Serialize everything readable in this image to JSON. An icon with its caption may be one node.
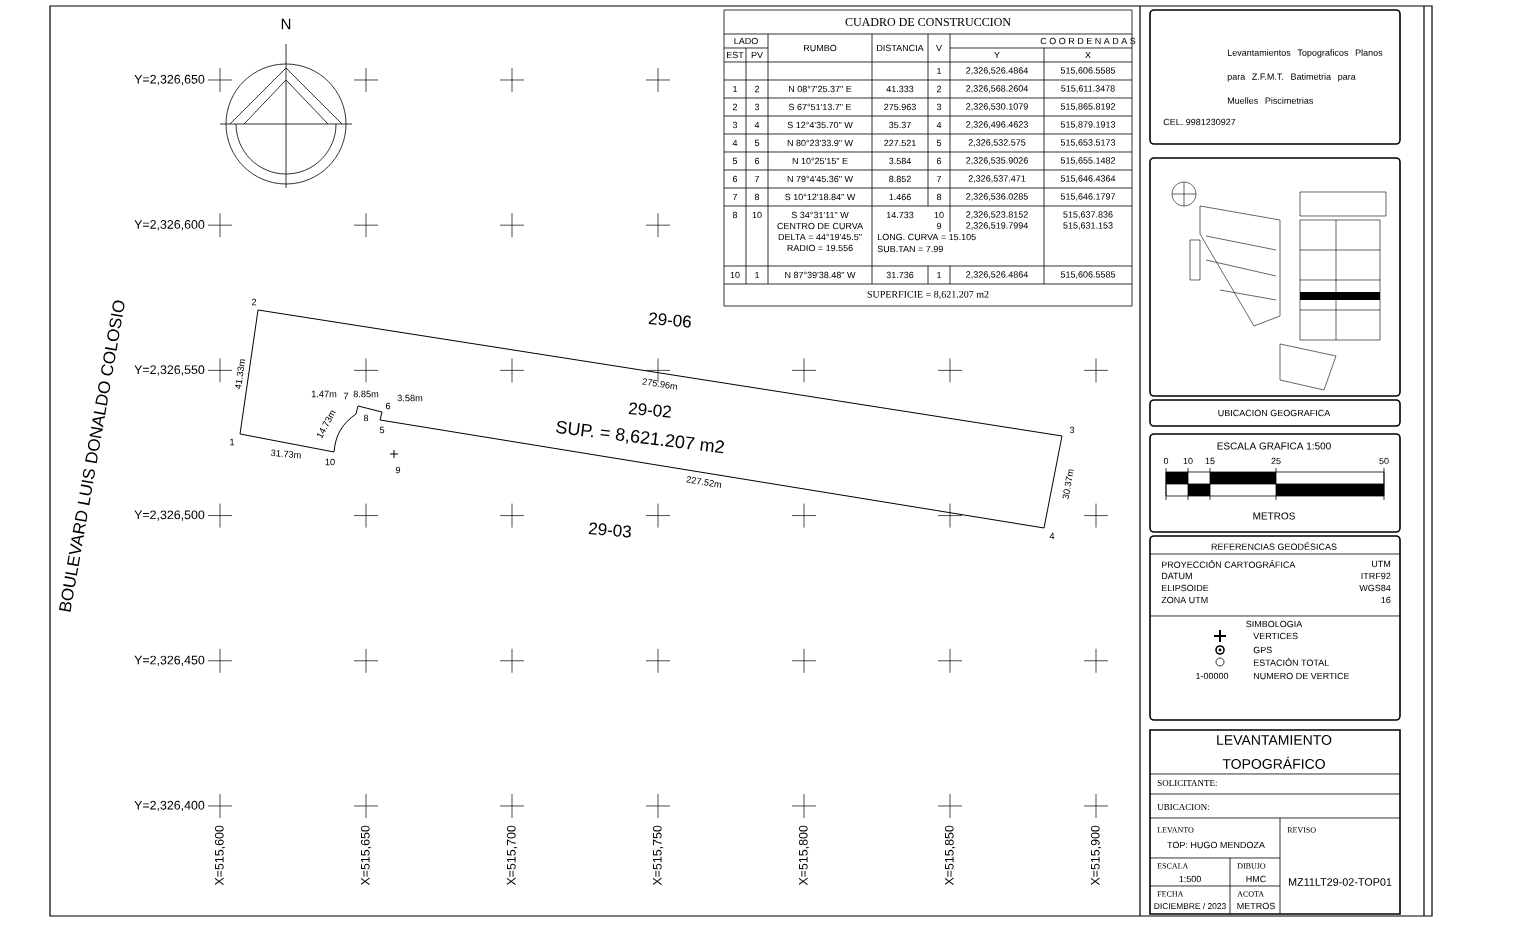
{
  "diagram": {
    "labels": [
      "Y=2,326,650",
      "Y=2,326,600",
      "Y=2,326,550",
      "Y=2,326,500",
      "Y=2,326,450",
      "Y=2,326,400",
      "X=515,600",
      "X=515,650",
      "X=515,700",
      "X=515,750",
      "X=515,800",
      "X=515,850",
      "X=515,900",
      "N",
      "BOULEVARD LUIS DONALDO COLOSIO",
      "29-06",
      "29-02",
      "SUP. = 8,621.207 m2",
      "29-03",
      "41.33m",
      "275.96m",
      "30.37m",
      "227.52m",
      "31.73m",
      "1.47m",
      "8.85m",
      "3.58m",
      "14.73m",
      "1",
      "2",
      "3",
      "4",
      "5",
      "6",
      "7",
      "8",
      "9",
      "10",
      "CUADRO DE CONSTRUCCION",
      "LADO",
      "EST",
      "PV",
      "RUMBO",
      "DISTANCIA",
      "V",
      "C O O R D E N A D A S",
      "Y",
      "X",
      "1",
      "2,326,526.4864",
      "515,606.5585",
      "1",
      "2",
      "N 08°7'25.37\" E",
      "41.333",
      "2",
      "2,326,568.2604",
      "515,611.3478",
      "2",
      "3",
      "S 67°51'13.7\" E",
      "275.963",
      "3",
      "2,326,530.1079",
      "515,865.8192",
      "3",
      "4",
      "S 12°4'35.70\" W",
      "35.37",
      "4",
      "2,326,496.4623",
      "515,879.1913",
      "4",
      "5",
      "N 80°23'33.9\" W",
      "227.521",
      "5",
      "2,326,532.575",
      "515,653.5173",
      "5",
      "6",
      "N 10°25'15\" E",
      "3.584",
      "6",
      "2,326,535.9026",
      "515,655.1482",
      "6",
      "7",
      "N 79°4'45.36\" W",
      "8.852",
      "7",
      "2,326,537.471",
      "515,646.4364",
      "7",
      "8",
      "S 10°12'18.84\" W",
      "1.466",
      "8",
      "2,326,536.0285",
      "515,646.1797",
      "8",
      "10",
      "S 34°31'11\" W",
      "14.733",
      "10",
      "2,326,523.8152",
      "515,637.836",
      "CENTRO DE CURVA",
      "9",
      "2,326,519.7994",
      "515,631.153",
      "DELTA = 44°19'45.5\"",
      "LONG. CURVA = 15.105",
      "RADIO = 19.556",
      "SUB.TAN = 7.99",
      "10",
      "1",
      "N 87°39'38.48\" W",
      "31.736",
      "1",
      "2,326,526.4864",
      "515,606.5585",
      "SUPERFICIE = 8,621.207 m2",
      "Levantamientos Topograficos Planos para Z.F.M.T. Batimetria para Muelles Piscimetrias",
      "CEL. 9981230927",
      "UBICACION GEOGRAFICA",
      "ESCALA GRAFICA 1:500",
      "0",
      "10",
      "15",
      "25",
      "50",
      "METROS",
      "REFERENCIAS GEODÉSICAS",
      "PROYECCIÓN CARTOGRÁFICA",
      "UTM",
      "DATUM",
      "ITRF92",
      "ELIPSOIDE",
      "WGS84",
      "ZONA UTM",
      "16",
      "SIMBOLOGIA",
      "1-00000",
      "LEVANTAMIENTO TOPOGRÁFICO",
      "SOLICITANTE:",
      "UBICACION:",
      "LEVANTO",
      "TOP: HUGO MENDOZA",
      "REVISO",
      "ESCALA",
      "1:500",
      "DIBUJO",
      "HMC",
      "FECHA",
      "DICIEMBRE / 2023",
      "ACOTA",
      "METROS",
      "MZ11LT29-02-TOP01"
    ],
    "legend": [
      {
        "text": "VERTICES"
      },
      {
        "text": "GPS"
      },
      {
        "text": "ESTACIÓN TOTAL"
      },
      {
        "text": "NUMERO DE VERTICE"
      }
    ]
  }
}
